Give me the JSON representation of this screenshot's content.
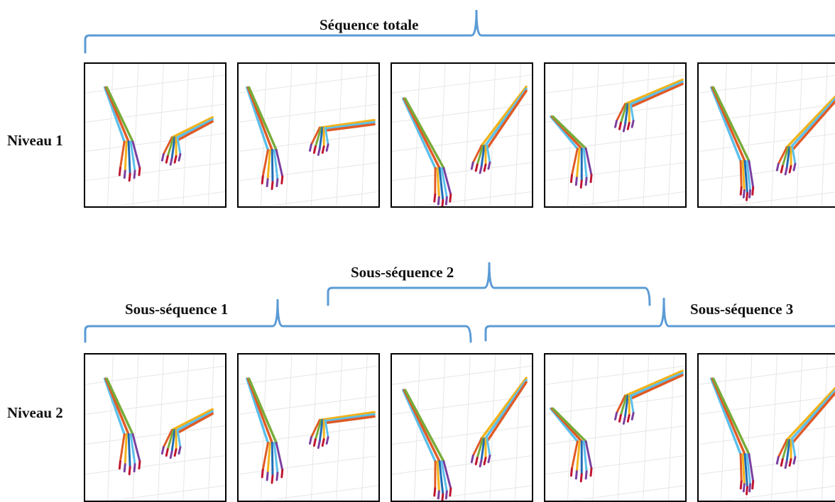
{
  "figure": {
    "total_label": "Séquence totale",
    "level1_label": "Niveau 1",
    "level2_label": "Niveau 2",
    "sub1_label": "Sous-séquence 1",
    "sub2_label": "Sous-séquence 2",
    "sub3_label": "Sous-séquence 3"
  },
  "colors": {
    "bracket": "#5b9bd5",
    "frame_border": "#000000",
    "grid": "#e6e6e6",
    "bone_orange": "#e05a26",
    "bone_green": "#77ac3a",
    "bone_cyan": "#5bc0eb",
    "bone_yellow": "#f2b31b",
    "bone_blue": "#1f6bb5",
    "bone_purple": "#7b3fa0",
    "bone_red": "#c0152f"
  }
}
